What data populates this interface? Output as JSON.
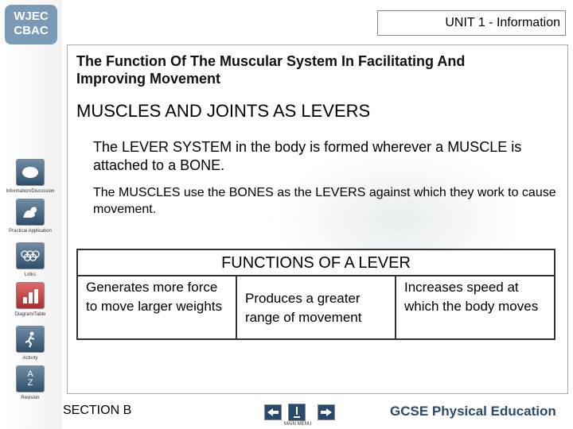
{
  "logo": {
    "line1": "WJEC",
    "line2": "CBAC"
  },
  "header": {
    "unit": "UNIT 1 - Information"
  },
  "sidebar": {
    "items": [
      {
        "label": "Information/Discussion",
        "icon": "speech-bubble-icon"
      },
      {
        "label": "Practical Application",
        "icon": "muscle-arm-icon"
      },
      {
        "label": "Links",
        "icon": "rings-icon"
      },
      {
        "label": "Diagram/Table",
        "icon": "bar-chart-icon"
      },
      {
        "label": "Activity",
        "icon": "running-person-icon"
      },
      {
        "label": "Revision",
        "icon": "a-z-icon",
        "glyph_a": "A",
        "glyph_z": "Z"
      }
    ]
  },
  "main": {
    "title": "The Function Of The Muscular System In Facilitating And Improving Movement",
    "subtitle": "MUSCLES AND JOINTS AS LEVERS",
    "para1": "The LEVER SYSTEM in the body is formed wherever a MUSCLE is attached to a BONE.",
    "para2": "The MUSCLES use the BONES as the LEVERS against which they work to cause movement.",
    "functions": {
      "title": "FUNCTIONS OF A LEVER",
      "items": [
        "Generates more force to move larger weights",
        "Produces a greater range of movement",
        "Increases speed at which the body moves"
      ]
    }
  },
  "footer": {
    "section": "SECTION B",
    "menu_label": "MAIN MENU",
    "brand": "GCSE Physical Education"
  },
  "colors": {
    "nav_blue": "#2a4a6d",
    "active_red": "#c04444"
  }
}
